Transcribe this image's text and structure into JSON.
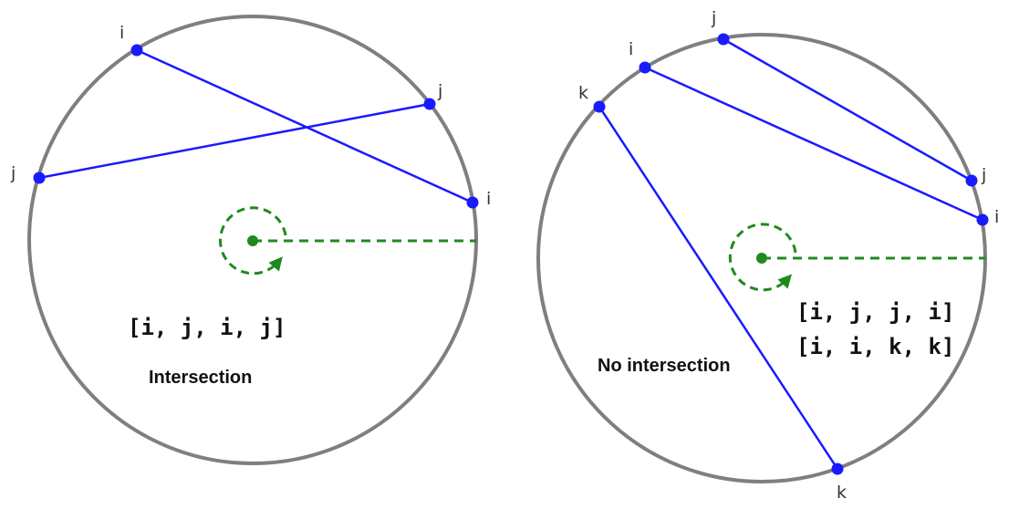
{
  "colors": {
    "circle": "#7f7f7f",
    "chord": "#1a1aff",
    "point": "#1a1aff",
    "sweep": "#1f8a1f",
    "text": "#111111"
  },
  "left": {
    "points": [
      {
        "label": "i"
      },
      {
        "label": "j"
      },
      {
        "label": "j"
      },
      {
        "label": "i"
      }
    ],
    "sequence": "[i, j, i, j]",
    "caption": "Intersection"
  },
  "right": {
    "points": [
      {
        "label": "j"
      },
      {
        "label": "i"
      },
      {
        "label": "k"
      },
      {
        "label": "j"
      },
      {
        "label": "i"
      },
      {
        "label": "k"
      }
    ],
    "sequences": [
      "[i, j, j, i]",
      "[i, i, k, k]"
    ],
    "caption": "No intersection"
  }
}
